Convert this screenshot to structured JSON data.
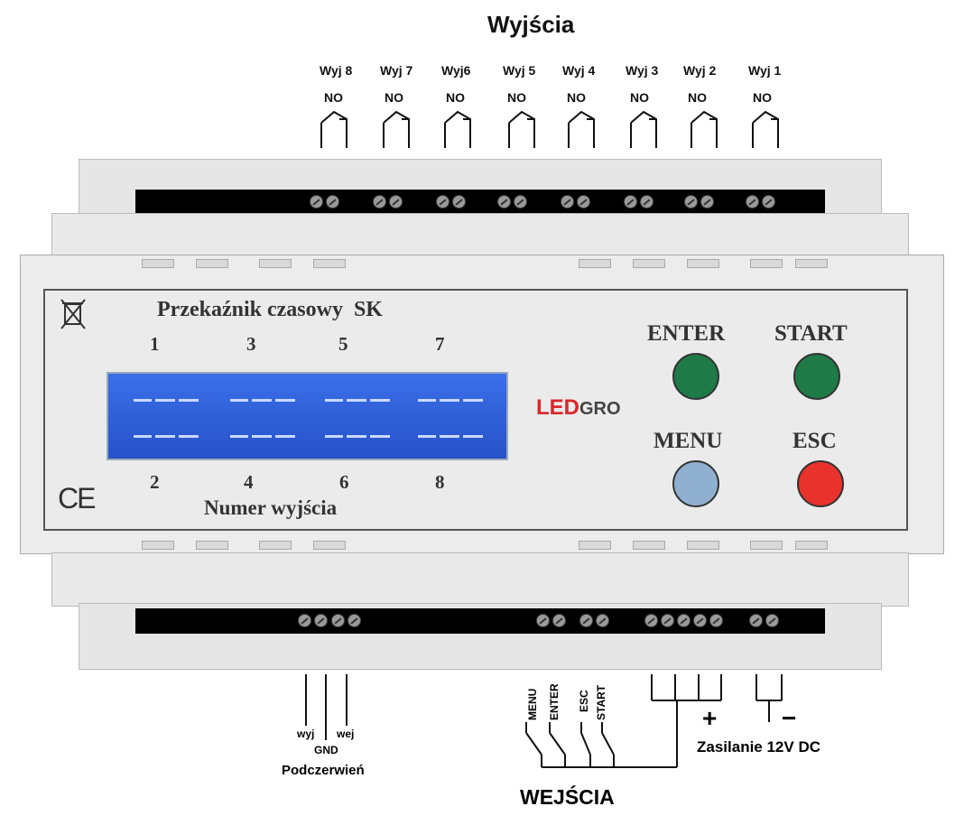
{
  "outputs_title": "Wyjścia",
  "outputs": [
    {
      "label": "Wyj 8",
      "state": "NO"
    },
    {
      "label": "Wyj 7",
      "state": "NO"
    },
    {
      "label": "Wyj6",
      "state": "NO"
    },
    {
      "label": "Wyj 5",
      "state": "NO"
    },
    {
      "label": "Wyj 4",
      "state": "NO"
    },
    {
      "label": "Wyj 3",
      "state": "NO"
    },
    {
      "label": "Wyj 2",
      "state": "NO"
    },
    {
      "label": "Wyj 1",
      "state": "NO"
    }
  ],
  "device": {
    "title": "Przekaźnik czasowy  SK",
    "odd_numbers": [
      "1",
      "3",
      "5",
      "7"
    ],
    "even_numbers": [
      "2",
      "4",
      "6",
      "8"
    ],
    "caption": "Numer wyjścia",
    "brand_led": "LED",
    "brand_gro": "GRO",
    "ce_mark": "CE",
    "weee_icon": "crossed-bin-icon",
    "lcd_color": "#2a5fd8"
  },
  "buttons": {
    "enter": {
      "label": "ENTER",
      "color": "#1e7a46"
    },
    "start": {
      "label": "START",
      "color": "#1e7a46"
    },
    "menu": {
      "label": "MENU",
      "color": "#8fb0d0"
    },
    "esc": {
      "label": "ESC",
      "color": "#e8322b"
    }
  },
  "bottom": {
    "ir_wyj": "wyj",
    "ir_wej": "wej",
    "ir_gnd": "GND",
    "ir_title": "Podczerwień",
    "inputs": [
      "MENU",
      "ENTER",
      "ESC",
      "START"
    ],
    "inputs_title": "WEJŚCIA",
    "plus": "+",
    "minus": "−",
    "power": "Zasilanie 12V DC"
  }
}
